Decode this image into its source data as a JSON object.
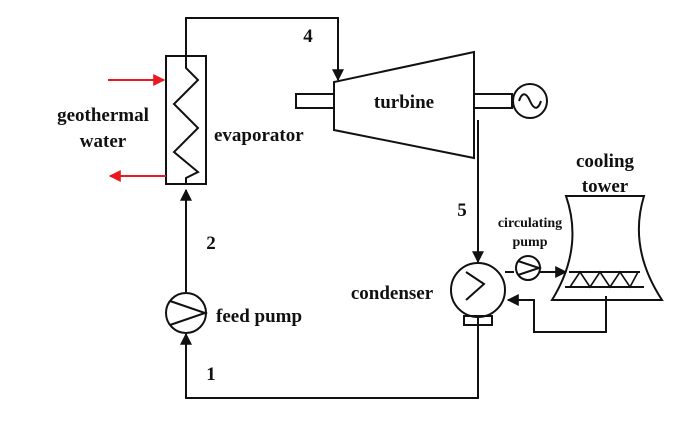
{
  "labels": {
    "state_1": "1",
    "state_2": "2",
    "state_4": "4",
    "state_5": "5",
    "geothermal_line1": "geothermal",
    "geothermal_line2": "water",
    "evaporator": "evaporator",
    "turbine": "turbine",
    "condenser": "condenser",
    "feed_pump": "feed pump",
    "circulating_line1": "circulating",
    "circulating_line2": "pump",
    "cooling_line1": "cooling",
    "cooling_line2": "tower"
  },
  "colors": {
    "line": "#111111",
    "geothermal_arrow": "#e8191f",
    "background": "#ffffff"
  },
  "icons": {
    "generator": "ac-generator-icon",
    "feed_pump": "pump-icon",
    "circulating_pump": "pump-icon"
  }
}
